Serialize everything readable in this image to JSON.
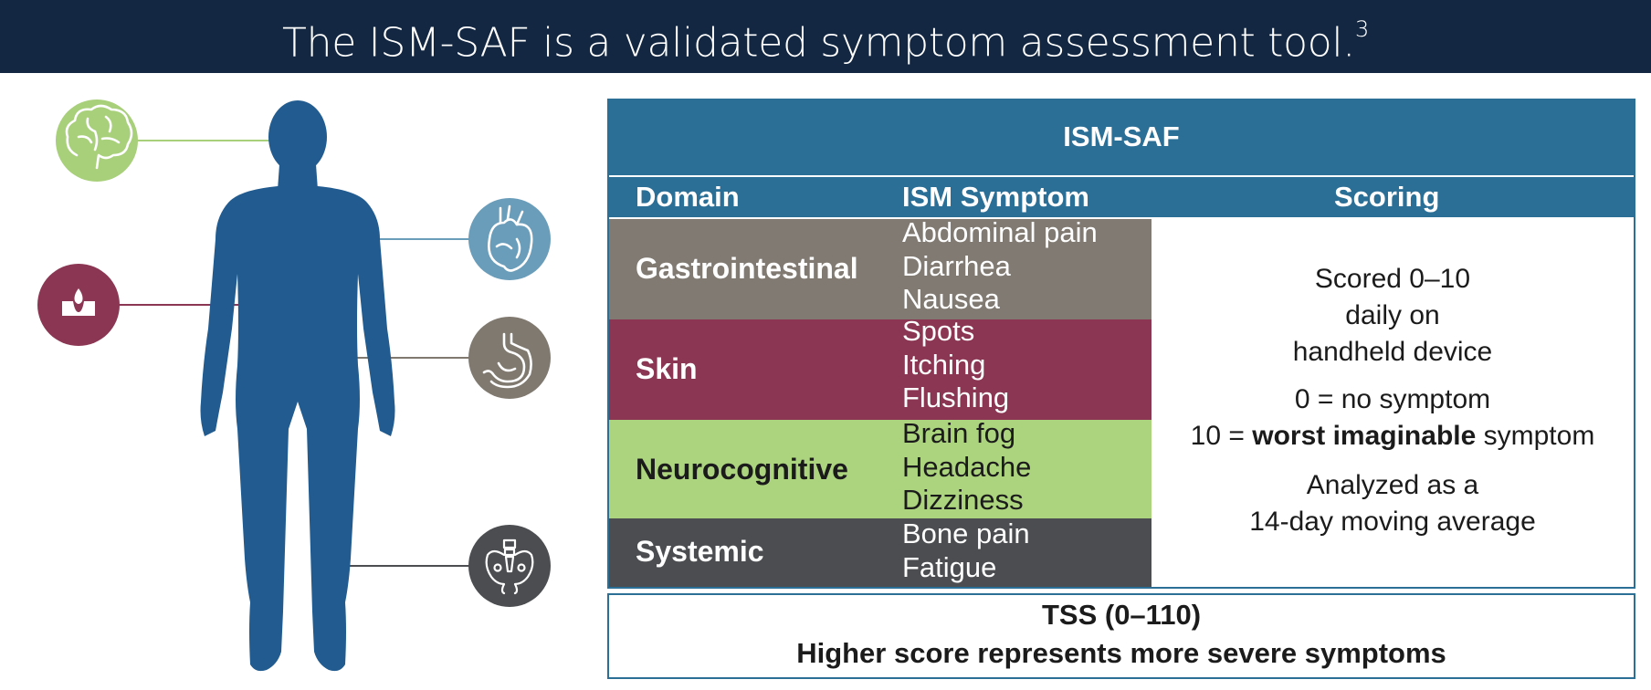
{
  "title": {
    "text": "The ISM-SAF is a validated symptom assessment tool.",
    "superscript": "3"
  },
  "figure": {
    "icons": [
      "brain-icon",
      "heart-icon",
      "skin-icon",
      "stomach-icon",
      "pelvis-icon"
    ],
    "colors": {
      "body": "#215b8f",
      "brain": "#a8cf7a",
      "heart": "#6a9dba",
      "skin": "#8b3652",
      "stomach": "#7f7970",
      "pelvis": "#4b4d50"
    }
  },
  "table": {
    "header": "ISM-SAF",
    "columns": [
      "Domain",
      "ISM Symptom",
      "Scoring"
    ],
    "rows": [
      {
        "domain": "Gastrointestinal",
        "symptoms": [
          "Abdominal pain",
          "Diarrhea",
          "Nausea"
        ],
        "color": "#807a72"
      },
      {
        "domain": "Skin",
        "symptoms": [
          "Spots",
          "Itching",
          "Flushing"
        ],
        "color": "#8b3652"
      },
      {
        "domain": "Neurocognitive",
        "symptoms": [
          "Brain fog",
          "Headache",
          "Dizziness"
        ],
        "color": "#acd47e"
      },
      {
        "domain": "Systemic",
        "symptoms": [
          "Bone pain",
          "Fatigue"
        ],
        "color": "#4b4d50"
      }
    ],
    "scoring": {
      "line1": "Scored 0–10",
      "line2": "daily on",
      "line3": "handheld device",
      "line4": "0 = no symptom",
      "line5_prefix": "10 = ",
      "line5_bold": "worst imaginable",
      "line5_suffix": " symptom",
      "line6": "Analyzed as a",
      "line7": "14-day moving average"
    }
  },
  "tss": {
    "line1": "TSS (0–110)",
    "line2": "Higher score represents more severe symptoms"
  },
  "accent": "#2b6e96",
  "header_bg": "#132742"
}
